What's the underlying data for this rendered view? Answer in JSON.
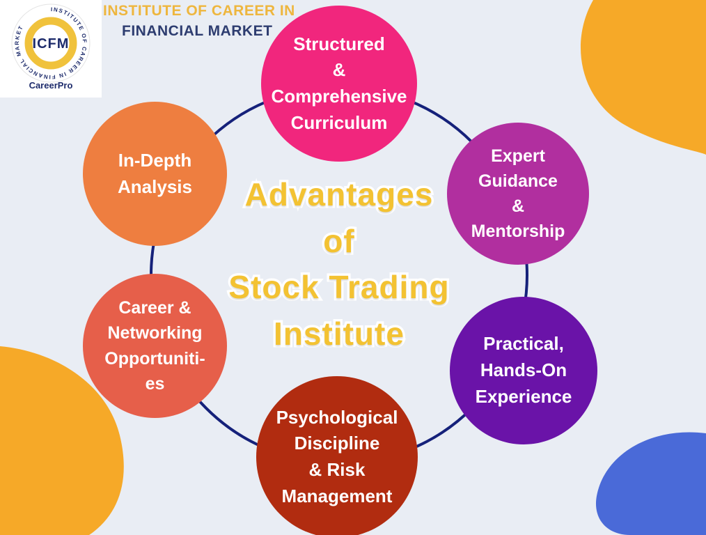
{
  "header": {
    "line1": "INSTITUTE OF CAREER IN",
    "line2": "FINANCIAL MARKET"
  },
  "logo": {
    "acronym": "ICFM",
    "ring_text": "INSTITUTE OF CAREER IN FINANCIAL MARKET",
    "tagline": "CareerPro"
  },
  "title": {
    "line1": "Advantages",
    "line2": "of",
    "line3": "Stock Trading",
    "line4": "Institute"
  },
  "advantages": [
    {
      "label": "Structured\n&\nComprehensive\nCurriculum",
      "color": "#f1267d"
    },
    {
      "label": "Expert\nGuidance\n&\nMentorship",
      "color": "#b12f9f"
    },
    {
      "label": "Practical,\nHands-On\nExperience",
      "color": "#6a13a8"
    },
    {
      "label": "Psychological\nDiscipline\n& Risk\nManagement",
      "color": "#b12c10"
    },
    {
      "label": "Career &\nNetworking\nOpportuniti-\nes",
      "color": "#e65f4a"
    },
    {
      "label": "In-Depth\nAnalysis",
      "color": "#ee7e40"
    }
  ],
  "colors": {
    "background": "#e9edf4",
    "ring": "#15217a",
    "title_gold": "#f3c232",
    "header_gold": "#eeb63e",
    "header_navy": "#2e3d70",
    "logo_navy": "#1d2b6b",
    "logo_gold_ring": "#f0c23c",
    "blob_orange": "#f6a928",
    "blob_blue": "#4a6ad8"
  }
}
